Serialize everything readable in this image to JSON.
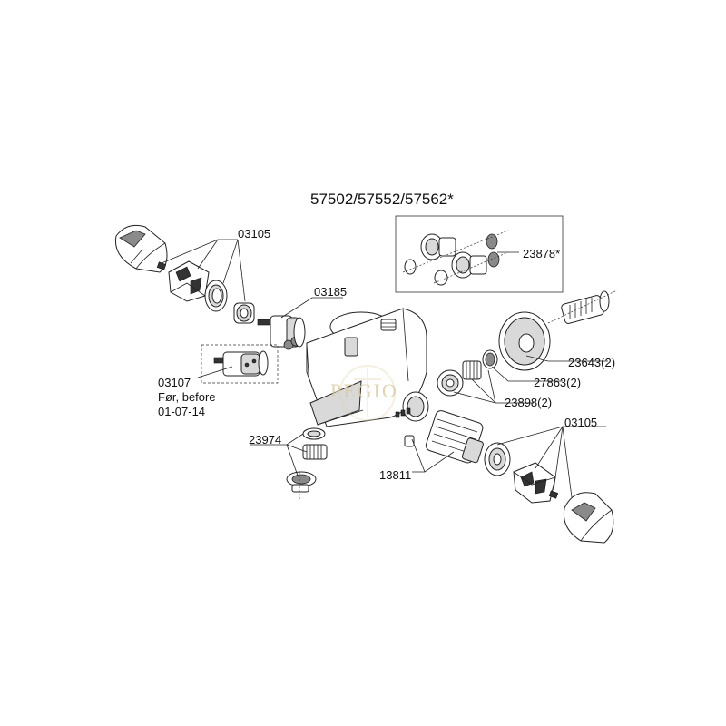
{
  "title": "57502/57552/57562*",
  "labels": {
    "p03105_top": "03105",
    "p03185": "03185",
    "p03107": "03107",
    "p03107_note_line1": "Før, before",
    "p03107_note_line2": "01-07-14",
    "p23974": "23974",
    "p13811": "13811",
    "p03105_bottom": "03105",
    "p23878": "23878*",
    "p23643": "23643(2)",
    "p27863": "27863(2)",
    "p23898": "23898(2)"
  },
  "watermark": {
    "text": "PEGIO"
  }
}
